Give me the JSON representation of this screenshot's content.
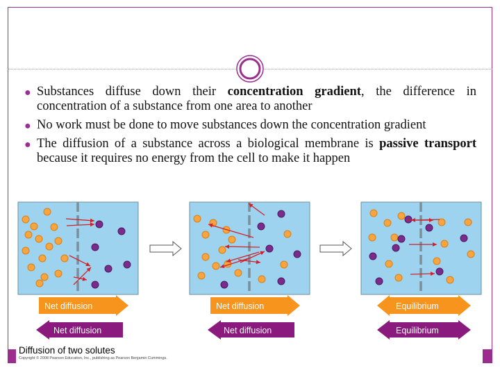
{
  "slide": {
    "bullets": [
      {
        "segments": [
          {
            "text": "Substances diffuse down their ",
            "bold": false
          },
          {
            "text": "concentration gradient",
            "bold": true
          },
          {
            "text": ", the difference in concentration of a substance from one area to another",
            "bold": false
          }
        ]
      },
      {
        "segments": [
          {
            "text": "No work must be done to move substances down the concentration gradient",
            "bold": false
          }
        ]
      },
      {
        "segments": [
          {
            "text": "The diffusion of a substance across a biological membrane is ",
            "bold": false
          },
          {
            "text": "passive transport",
            "bold": true
          },
          {
            "text": " because it requires no energy from the cell to make it happen",
            "bold": false
          }
        ]
      }
    ]
  },
  "figure": {
    "labels": {
      "net_diffusion": "Net diffusion",
      "equilibrium": "Equilibrium"
    },
    "caption": "Diffusion of two solutes",
    "copyright": "Copyright © 2008 Pearson Education, Inc., publishing as Pearson Benjamin Cummings."
  },
  "colors": {
    "accent": "#9b2d8f",
    "orange_arrow": "#f7941d",
    "purple_arrow": "#8b1a7e",
    "chamber_fill": "#9dd3ee",
    "orange_solute": "#f7a541",
    "purple_solute": "#7a2b8c",
    "transport_arrow": "#d0212b"
  },
  "icons": [
    "ornament-ring-icon",
    "bullet-dot-icon",
    "process-arrow-icon"
  ]
}
